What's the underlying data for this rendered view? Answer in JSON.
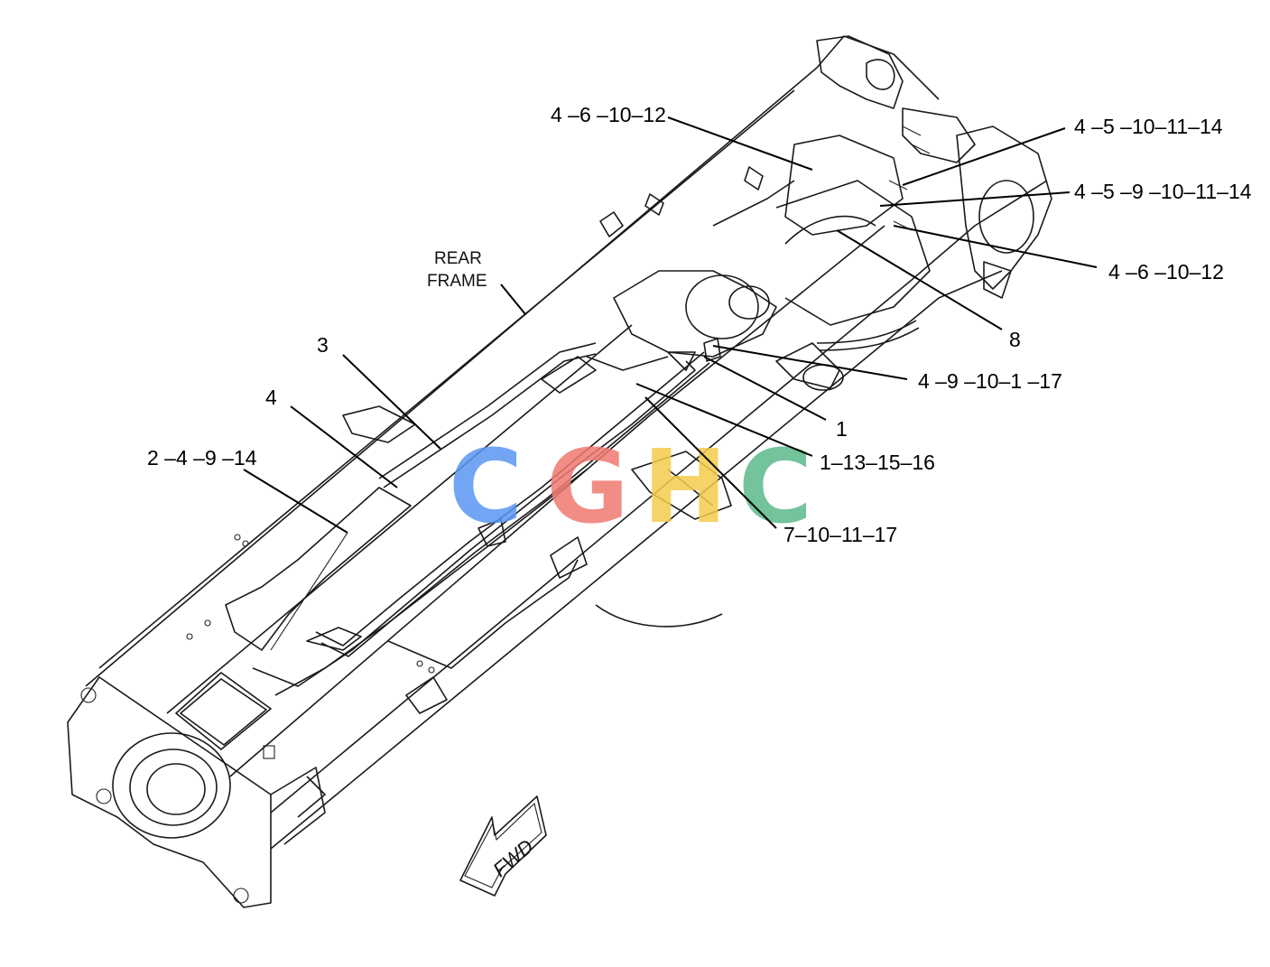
{
  "diagram": {
    "frame_label_line1": "REAR",
    "frame_label_line2": "FRAME",
    "direction_label": "FWD",
    "callouts": [
      {
        "id": "c1",
        "text": "4 –6 –10–12"
      },
      {
        "id": "c2",
        "text": "4 –5 –10–11–14"
      },
      {
        "id": "c3",
        "text": "4 –5 –9 –10–11–14"
      },
      {
        "id": "c4",
        "text": "4 –6 –10–12"
      },
      {
        "id": "c5",
        "text": "8"
      },
      {
        "id": "c6",
        "text": "4 –9 –10–1 –17"
      },
      {
        "id": "c7",
        "text": "1"
      },
      {
        "id": "c8",
        "text": "1–13–15–16"
      },
      {
        "id": "c9",
        "text": "7–10–11–17"
      },
      {
        "id": "c10",
        "text": "3"
      },
      {
        "id": "c11",
        "text": "4"
      },
      {
        "id": "c12",
        "text": "2 –4 –9 –14"
      }
    ],
    "watermark": {
      "letters": [
        "C",
        "G",
        "H",
        "C"
      ],
      "colors": [
        "#5a96f2",
        "#f07a72",
        "#f5cc4c",
        "#5bb98a"
      ]
    }
  }
}
